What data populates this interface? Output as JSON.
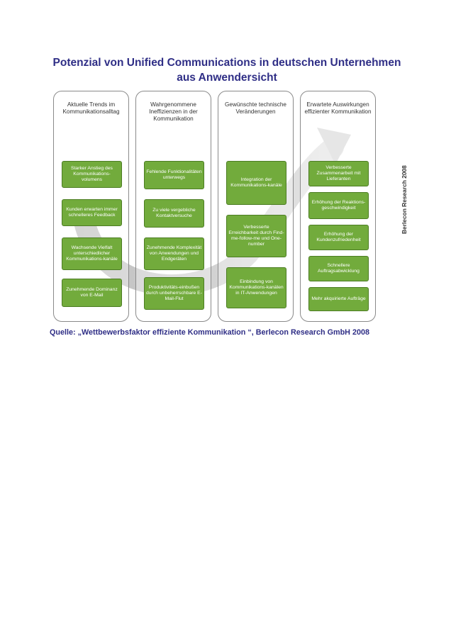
{
  "title_line1": "Potenzial von Unified Communications in deutschen Unternehmen",
  "title_line2": "aus Anwendersicht",
  "columns": [
    {
      "heading": "Aktuelle Trends im Kommunikationsalltag",
      "items": [
        "Starker Anstieg des Kommunikations-volumens",
        "Kunden erwarten immer schnelleres Feedback",
        "Wachsende Vielfalt unterschiedlicher Kommunikations-kanäle",
        "Zunehmende Dominanz von E-Mail"
      ]
    },
    {
      "heading": "Wahrgenommene Ineffizienzen in der Kommunikation",
      "items": [
        "Fehlende Funktionalitäten unterwegs",
        "Zu viele vergebliche Kontaktversuche",
        "Zunehmende Komplexität von Anwendungen und Endgeräten",
        "Produktivitäts-einbußen durch unbeherrschbare E-Mail-Flut"
      ]
    },
    {
      "heading": "Gewünschte technische Veränderungen",
      "items": [
        "Integration der Kommunikations-kanäle",
        "Verbesserte Erreichbarkeit durch Find-me-follow-me und One-number",
        "Einbindung von Kommunikations-kanälen in IT-Anwendungen"
      ]
    },
    {
      "heading": "Erwartete Auswirkungen effizienter Kommunikation",
      "items": [
        "Verbesserte Zusammenarbeit mit Lieferanten",
        "Erhöhung der Reaktions-geschwindigkeit",
        "Erhöhung der Kundenzufriedenheit",
        "Schnellere Auftragsabwicklung",
        "Mehr akquirierte Aufträge"
      ]
    }
  ],
  "side_label": "Berlecon Research 2008",
  "source": "Quelle: „Wettbewerbsfaktor effiziente Kommunikation “, Berlecon Research GmbH 2008",
  "colors": {
    "title": "#2f2e86",
    "box": "#72ab3c",
    "arrow": "#c8c8c8"
  }
}
